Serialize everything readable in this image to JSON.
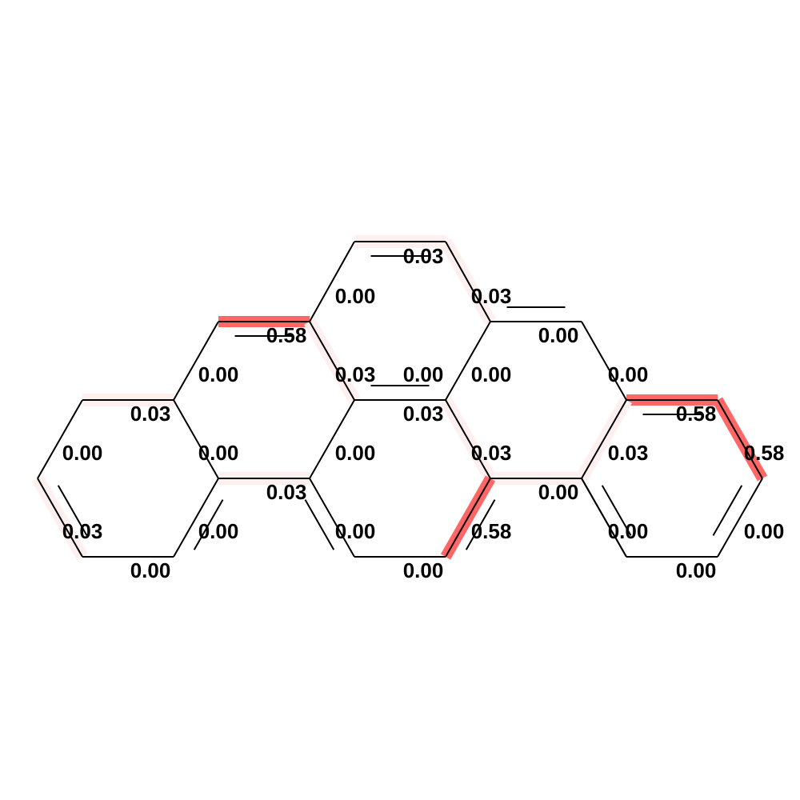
{
  "colors": {
    "background": "#ffffff",
    "bond": "#000000",
    "highlight_strong": "#ff6666",
    "highlight_faint": "#fff0f0",
    "label": "#000000"
  },
  "bonds": [
    {
      "id": "b1",
      "label": "0.03",
      "weight": 0.03
    },
    {
      "id": "b2",
      "label": "0.00",
      "weight": 0.0
    },
    {
      "id": "b3",
      "label": "0.03",
      "weight": 0.03
    },
    {
      "id": "b4",
      "label": "0.58",
      "weight": 0.58
    },
    {
      "id": "b5",
      "label": "0.00",
      "weight": 0.0
    },
    {
      "id": "b6",
      "label": "0.00",
      "weight": 0.0
    },
    {
      "id": "b7",
      "label": "0.03",
      "weight": 0.03
    },
    {
      "id": "b8",
      "label": "0.00",
      "weight": 0.0
    },
    {
      "id": "b9",
      "label": "0.00",
      "weight": 0.0
    },
    {
      "id": "b10",
      "label": "0.00",
      "weight": 0.0
    },
    {
      "id": "b11",
      "label": "0.03",
      "weight": 0.03
    },
    {
      "id": "b12",
      "label": "0.58",
      "weight": 0.58
    },
    {
      "id": "b13",
      "label": "0.03",
      "weight": 0.03
    },
    {
      "id": "b14",
      "label": "0.00",
      "weight": 0.0
    },
    {
      "id": "b15",
      "label": "0.00",
      "weight": 0.0
    },
    {
      "id": "b16",
      "label": "0.58",
      "weight": 0.58
    },
    {
      "id": "b17",
      "label": "0.00",
      "weight": 0.0
    },
    {
      "id": "b18",
      "label": "0.03",
      "weight": 0.03
    },
    {
      "id": "b19",
      "label": "0.03",
      "weight": 0.03
    },
    {
      "id": "b20",
      "label": "0.03",
      "weight": 0.03
    },
    {
      "id": "b21",
      "label": "0.00",
      "weight": 0.0
    },
    {
      "id": "b22",
      "label": "0.00",
      "weight": 0.0
    },
    {
      "id": "b23",
      "label": "0.03",
      "weight": 0.03
    },
    {
      "id": "b24",
      "label": "0.58",
      "weight": 0.58
    },
    {
      "id": "b25",
      "label": "0.00",
      "weight": 0.0
    },
    {
      "id": "b26",
      "label": "0.00",
      "weight": 0.0
    },
    {
      "id": "b27",
      "label": "0.00",
      "weight": 0.0
    },
    {
      "id": "b28",
      "label": "0.00",
      "weight": 0.0
    },
    {
      "id": "b29",
      "label": "0.00",
      "weight": 0.0
    },
    {
      "id": "b30",
      "label": "0.00",
      "weight": 0.0
    }
  ]
}
